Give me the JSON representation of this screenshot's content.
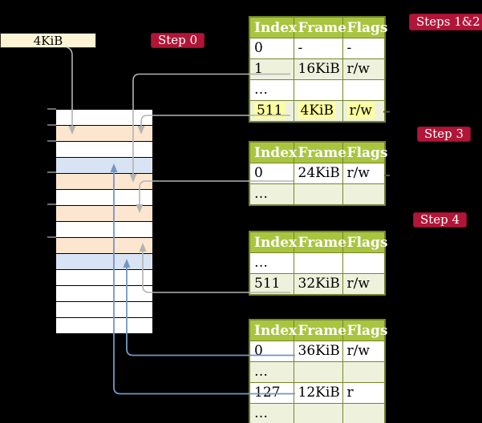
{
  "colors": {
    "background": "#000000",
    "badge_red": "#b11537",
    "table_header_green": "#a9c53f",
    "table_border_olive": "#74862b",
    "row_light_green": "#eef2dd",
    "frame_peach": "#fce6cf",
    "frame_blue": "#d8e4f3",
    "box_cream": "#fdf3d5",
    "highlight_yellow": "#ffff9d",
    "arrow_gray": "#b3b3b3",
    "arrow_blue": "#7495c6"
  },
  "frame_box": {
    "label": "4KiB"
  },
  "badges": [
    {
      "id": "step0",
      "label": "Step 0"
    },
    {
      "id": "steps12",
      "label": "Steps 1&2"
    },
    {
      "id": "step3",
      "label": "Step 3"
    },
    {
      "id": "step4",
      "label": "Step 4"
    }
  ],
  "tables": [
    {
      "name": "page-table-1",
      "columns": [
        "Index",
        "Frame",
        "Flags"
      ],
      "rows": [
        {
          "cells": [
            "0",
            "-",
            "-"
          ],
          "shade": "white",
          "highlight": false
        },
        {
          "cells": [
            "1",
            "16KiB",
            "r/w"
          ],
          "shade": "green",
          "highlight": false
        },
        {
          "cells": [
            "…",
            "",
            ""
          ],
          "shade": "white",
          "highlight": false
        },
        {
          "cells": [
            "511",
            "4KiB",
            "r/w"
          ],
          "shade": "green",
          "highlight": true
        }
      ]
    },
    {
      "name": "page-table-2",
      "columns": [
        "Index",
        "Frame",
        "Flags"
      ],
      "rows": [
        {
          "cells": [
            "0",
            "24KiB",
            "r/w"
          ],
          "shade": "white",
          "highlight": false
        },
        {
          "cells": [
            "…",
            "",
            ""
          ],
          "shade": "green",
          "highlight": false
        }
      ]
    },
    {
      "name": "page-table-3",
      "columns": [
        "Index",
        "Frame",
        "Flags"
      ],
      "rows": [
        {
          "cells": [
            "…",
            "",
            ""
          ],
          "shade": "white",
          "highlight": false
        },
        {
          "cells": [
            "511",
            "32KiB",
            "r/w"
          ],
          "shade": "green",
          "highlight": false
        }
      ]
    },
    {
      "name": "page-table-4",
      "columns": [
        "Index",
        "Frame",
        "Flags"
      ],
      "rows": [
        {
          "cells": [
            "0",
            "36KiB",
            "r/w"
          ],
          "shade": "white",
          "highlight": false
        },
        {
          "cells": [
            "…",
            "",
            ""
          ],
          "shade": "green",
          "highlight": false
        },
        {
          "cells": [
            "127",
            "12KiB",
            "r"
          ],
          "shade": "white",
          "highlight": false
        },
        {
          "cells": [
            "…",
            "",
            ""
          ],
          "shade": "green",
          "highlight": false
        }
      ]
    }
  ],
  "memory": {
    "rows": [
      "white",
      "peach",
      "white",
      "blue",
      "peach",
      "white",
      "peach",
      "white",
      "peach",
      "blue",
      "white",
      "white",
      "white",
      "white"
    ]
  }
}
